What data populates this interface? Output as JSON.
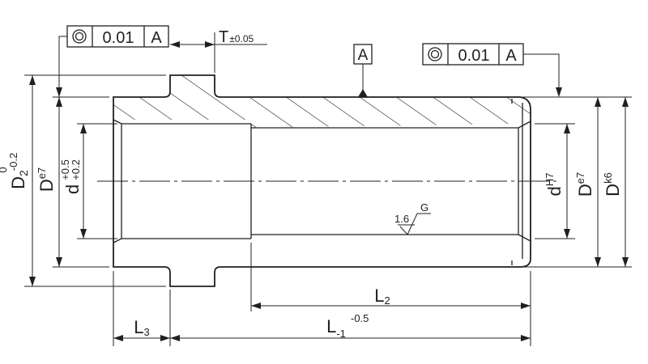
{
  "colors": {
    "line": "#231f20",
    "background": "#ffffff"
  },
  "fcf_left": {
    "symbol": "concentricity-icon",
    "tolerance": "0.01",
    "datum": "A"
  },
  "fcf_right": {
    "symbol": "concentricity-icon",
    "tolerance": "0.01",
    "datum": "A"
  },
  "datum_a": {
    "letter": "A"
  },
  "shoulder": {
    "base": "T",
    "tol": "±0.05"
  },
  "dims": {
    "d2": {
      "base": "D",
      "sub": "2",
      "upper": "0",
      "lower": "-0.2"
    },
    "de7_left": {
      "base": "D",
      "sup": "e7"
    },
    "d_bore_left": {
      "base": "d",
      "upper": "+0.5",
      "lower": "+0.2"
    },
    "d_bore_right": {
      "base": "d",
      "sup": "H7"
    },
    "de7_right": {
      "base": "D",
      "sup": "e7"
    },
    "dk6": {
      "base": "D",
      "sup": "k6"
    },
    "l2": {
      "base": "L",
      "sub": "2"
    },
    "l1": {
      "base": "L",
      "sub": "-1",
      "sup": "-0.5"
    },
    "l3": {
      "base": "L",
      "sub": "3"
    }
  },
  "roughness": {
    "value": "1.6",
    "note": "G"
  }
}
